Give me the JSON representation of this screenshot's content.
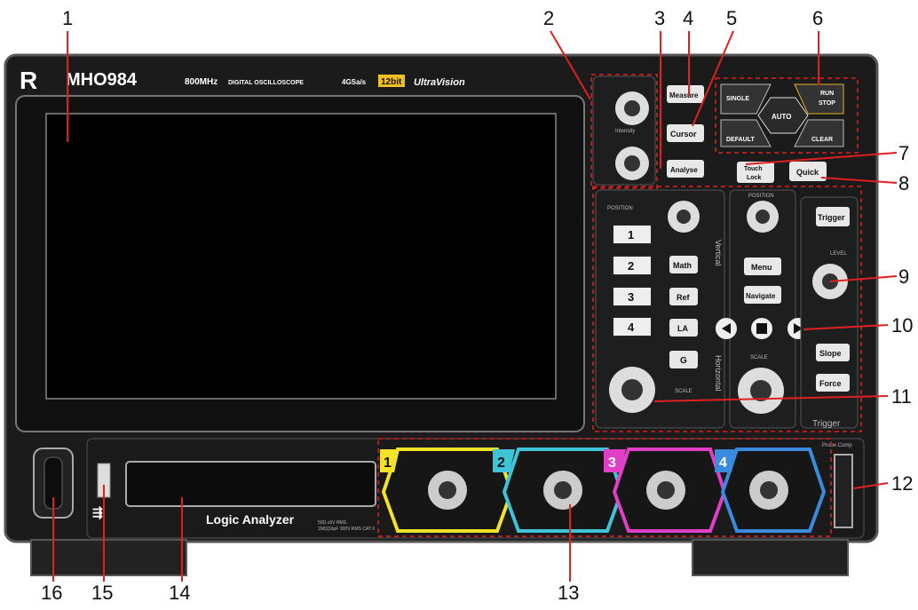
{
  "header": {
    "brand_logo": "R",
    "model": "MHO984",
    "bandwidth": "800MHz",
    "product_type": "DIGITAL OSCILLOSCOPE",
    "sample_rate": "4GSa/s",
    "resolution_badge": "12bit",
    "technology_logo": "UltraVision"
  },
  "knobs": {
    "intensity_label": "Intensity",
    "position_label": "POSITION",
    "scale_label": "SCALE",
    "level_label": "LEVEL"
  },
  "keys": {
    "measure": "Measure",
    "cursor": "Cursor",
    "analyse": "Analyse",
    "single": "SINGLE",
    "run_stop_line1": "RUN",
    "run_stop_line2": "STOP",
    "auto": "AUTO",
    "default": "DEFAULT",
    "clear": "CLEAR",
    "touch_lock_line1": "Touch",
    "touch_lock_line2": "Lock",
    "quick": "Quick",
    "ch1": "1",
    "ch2": "2",
    "ch3": "3",
    "ch4": "4",
    "math": "Math",
    "ref": "Ref",
    "la": "LA",
    "gen": "G",
    "menu": "Menu",
    "navigate": "Navigate",
    "trigger": "Trigger",
    "slope": "Slope",
    "force": "Force"
  },
  "section_labels": {
    "vertical": "Vertical",
    "horizontal": "Horizontal",
    "trigger": "Trigger"
  },
  "front_panel": {
    "logic_analyzer": "Logic Analyzer",
    "input_rating_line1": "50Ω ≤5V RMS",
    "input_rating_line2": "1MΩ|16pF 300V RMS CAT II",
    "probe_comp": "Probe Comp",
    "channel_numbers": [
      "1",
      "2",
      "3",
      "4"
    ]
  },
  "callouts": [
    "1",
    "2",
    "3",
    "4",
    "5",
    "6",
    "7",
    "8",
    "9",
    "10",
    "11",
    "12",
    "13",
    "14",
    "15",
    "16"
  ],
  "colors": {
    "ch1": "#f2e22a",
    "ch2": "#3ec4d6",
    "ch3": "#e040c8",
    "ch4": "#3a8be0",
    "callout_box": "#e02020",
    "badge": "#f0c020"
  }
}
